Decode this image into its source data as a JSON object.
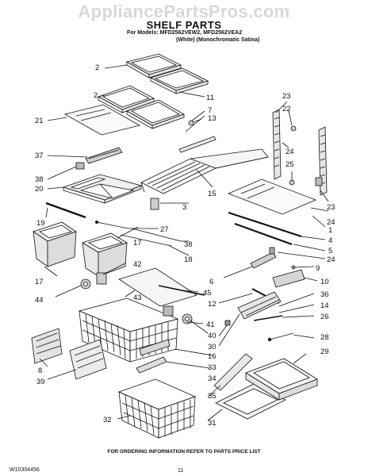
{
  "watermark": "AppliancePartsPros.com",
  "title": "SHELF PARTS",
  "models_line": "For Models: MFD2562VEW2, MFD2562VEA2",
  "variant_line": "(White) (Monochromatic Satina)",
  "footer": "FOR ORDERING INFORMATION REFER TO PARTS PRICE LIST",
  "doc_number": "W10304456",
  "page_number": "11",
  "callouts": {
    "c2a": "2",
    "c2b": "2",
    "c11": "11",
    "c7": "7",
    "c13": "13",
    "c21": "21",
    "c37": "37",
    "c38a": "38",
    "c20": "20",
    "c15": "15",
    "c3": "3",
    "c23a": "23",
    "c22": "22",
    "c24a": "24",
    "c25": "25",
    "c23b": "23",
    "c24b": "24",
    "c1": "1",
    "c4": "4",
    "c5": "5",
    "c24c": "24",
    "c19": "19",
    "c27": "27",
    "c38b": "38",
    "c17a": "17",
    "c17b": "17",
    "c18": "18",
    "c42": "42",
    "c6": "6",
    "c9": "9",
    "c10": "10",
    "c44": "44",
    "c43": "43",
    "c45": "45",
    "c12": "12",
    "c36": "36",
    "c14": "14",
    "c41": "41",
    "c26": "26",
    "c40": "40",
    "c30": "30",
    "c28": "28",
    "c16": "16",
    "c33": "33",
    "c29": "29",
    "c8": "8",
    "c39": "39",
    "c34": "34",
    "c35": "35",
    "c32": "32",
    "c31": "31"
  }
}
